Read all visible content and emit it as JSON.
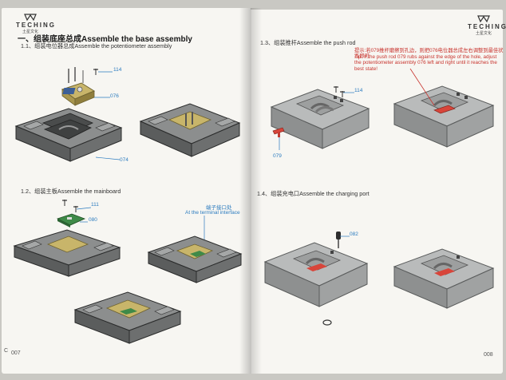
{
  "brand": {
    "name_left": "TECHING",
    "sub_left": "土星文化",
    "name_right": "TECHING",
    "sub_right": "土星文化"
  },
  "left_page": {
    "title": "一、组装底座总成Assemble the base assembly",
    "s11": "1.1、组装电位器总成Assemble the potentiometer assembly",
    "s12": "1.2、组装主板Assemble the mainboard",
    "callouts": {
      "c114": "114",
      "c076": "076",
      "c074": "074",
      "c111": "111",
      "c080": "080"
    },
    "terminal_cn": "端子接口处",
    "terminal_en": "At the terminal interface",
    "page_number": "007",
    "edge_letter": "C"
  },
  "right_page": {
    "s13": "1.3、组装推杆Assemble the push rod",
    "tip_cn": "提示:若079推杆磨擦到孔边，则把076电位器总成左右调整到最佳状态即可",
    "tip_en": "Tip: If the push rod 079 rubs against the edge of the hole, adjust the potentiometer assembly 076 left and right until it reaches the best state!",
    "s14": "1.4、组装充电口Assemble the charging port",
    "callouts": {
      "c114": "114",
      "c079": "079",
      "c082": "082"
    },
    "page_number": "008"
  }
}
